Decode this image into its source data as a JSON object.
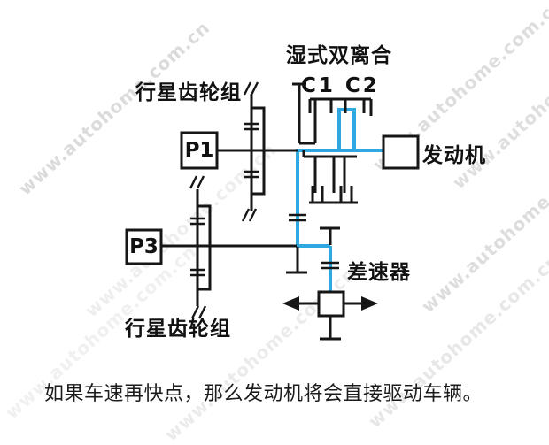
{
  "diagram": {
    "title_labels": {
      "wet_dual_clutch": "湿式双离合",
      "clutch_names": "C1 C2",
      "planetary_top": "行星齿轮组",
      "planetary_bottom": "行星齿轮组",
      "p1": "P1",
      "p3": "P3",
      "engine": "发动机",
      "differential": "差速器"
    },
    "caption": "如果车速再快点，那么发动机将会直接驱动车辆。",
    "watermark": "www.autohome.com.cn",
    "colors": {
      "line": "#161616",
      "highlight_blue": "#2fa7e0",
      "watermark": "#d5d5d5",
      "background": "#ffffff"
    }
  }
}
